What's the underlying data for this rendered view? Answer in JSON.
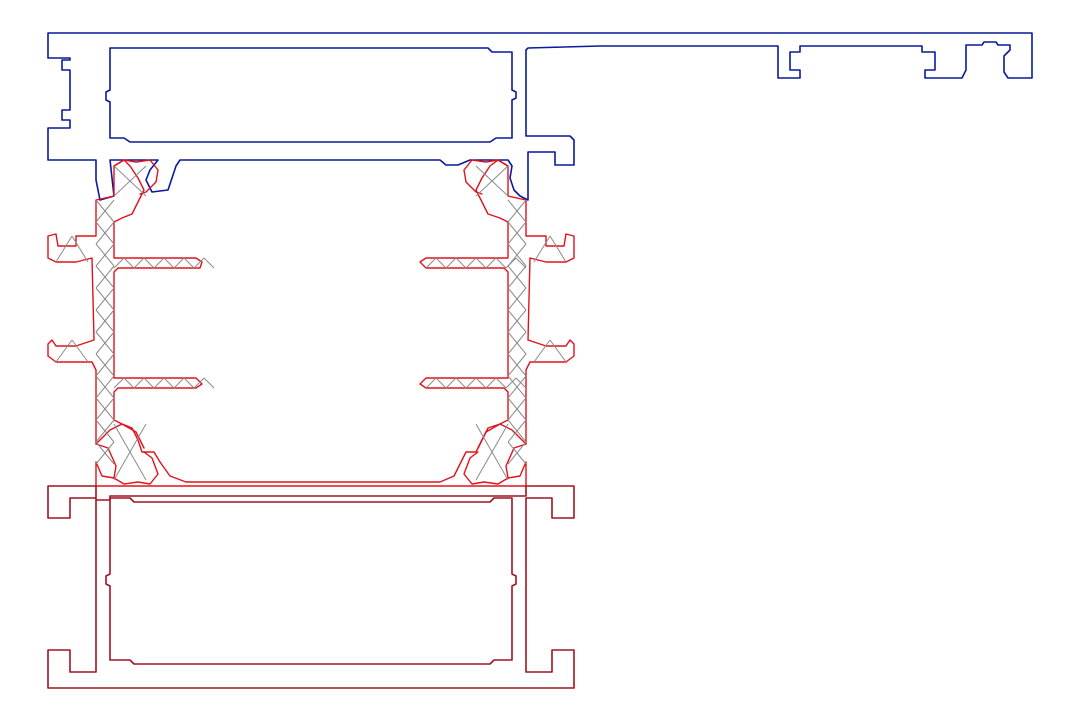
{
  "colors": {
    "background": "#ffffff",
    "top_profile": "#0a1a9c",
    "thermal_break": "#e0121c",
    "bottom_profile": "#a11420",
    "hatch": "#8a8a8a"
  },
  "diagram": {
    "parts": [
      {
        "name": "top-profile",
        "role": "outer aluminum profile with cover flange"
      },
      {
        "name": "thermal-break",
        "role": "insulating bar (hatched)"
      },
      {
        "name": "bottom-profile",
        "role": "inner aluminum profile"
      }
    ]
  }
}
